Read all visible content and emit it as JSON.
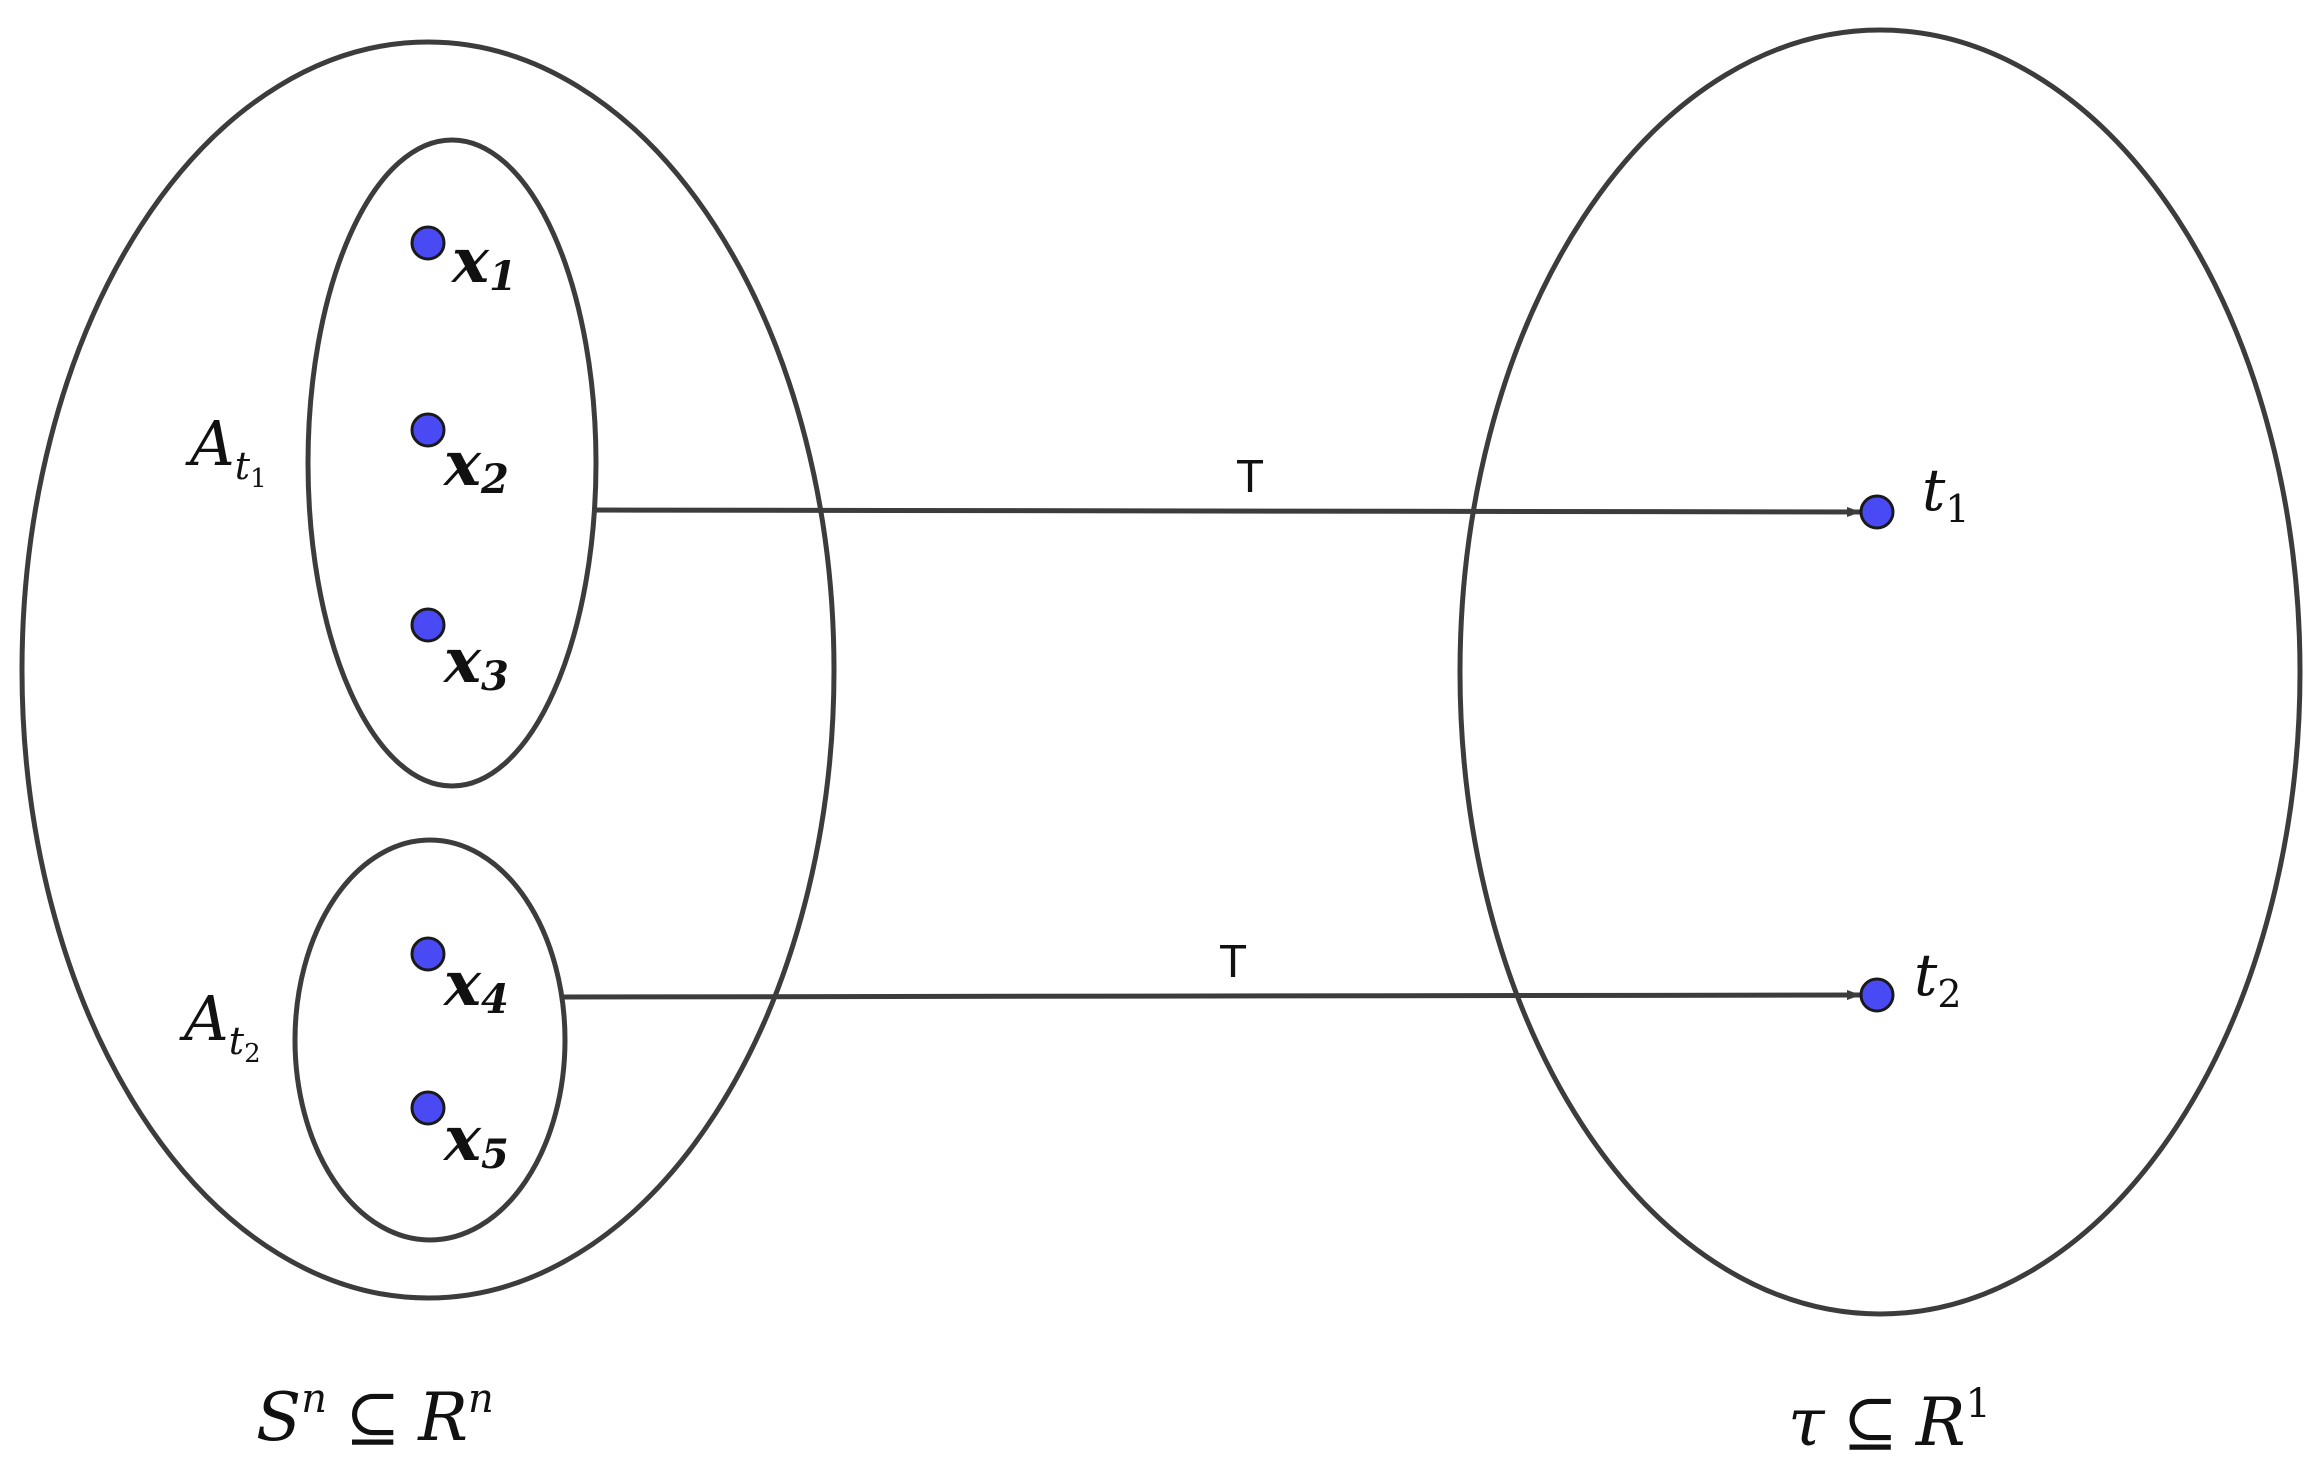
{
  "colors": {
    "outline": "#3c3c3c",
    "point_fill": "#4a4af5",
    "point_stroke": "#1a1a1a",
    "text": "#111111"
  },
  "domain_set": {
    "base": "S",
    "exp": "n",
    "rel": "⊆",
    "base2": "R",
    "exp2": "n"
  },
  "codomain_set": {
    "base": "τ",
    "rel": "⊆",
    "base2": "R",
    "exp2": "1"
  },
  "subsets": [
    {
      "label": {
        "base": "A",
        "sub": "t",
        "subsub": "1"
      },
      "points": [
        {
          "base": "x",
          "sub": "1"
        },
        {
          "base": "x",
          "sub": "2"
        },
        {
          "base": "x",
          "sub": "3"
        }
      ],
      "arrow_label": "T",
      "target": {
        "base": "t",
        "sub": "1"
      }
    },
    {
      "label": {
        "base": "A",
        "sub": "t",
        "subsub": "2"
      },
      "points": [
        {
          "base": "x",
          "sub": "4"
        },
        {
          "base": "x",
          "sub": "5"
        }
      ],
      "arrow_label": "T",
      "target": {
        "base": "t",
        "sub": "2"
      }
    }
  ]
}
